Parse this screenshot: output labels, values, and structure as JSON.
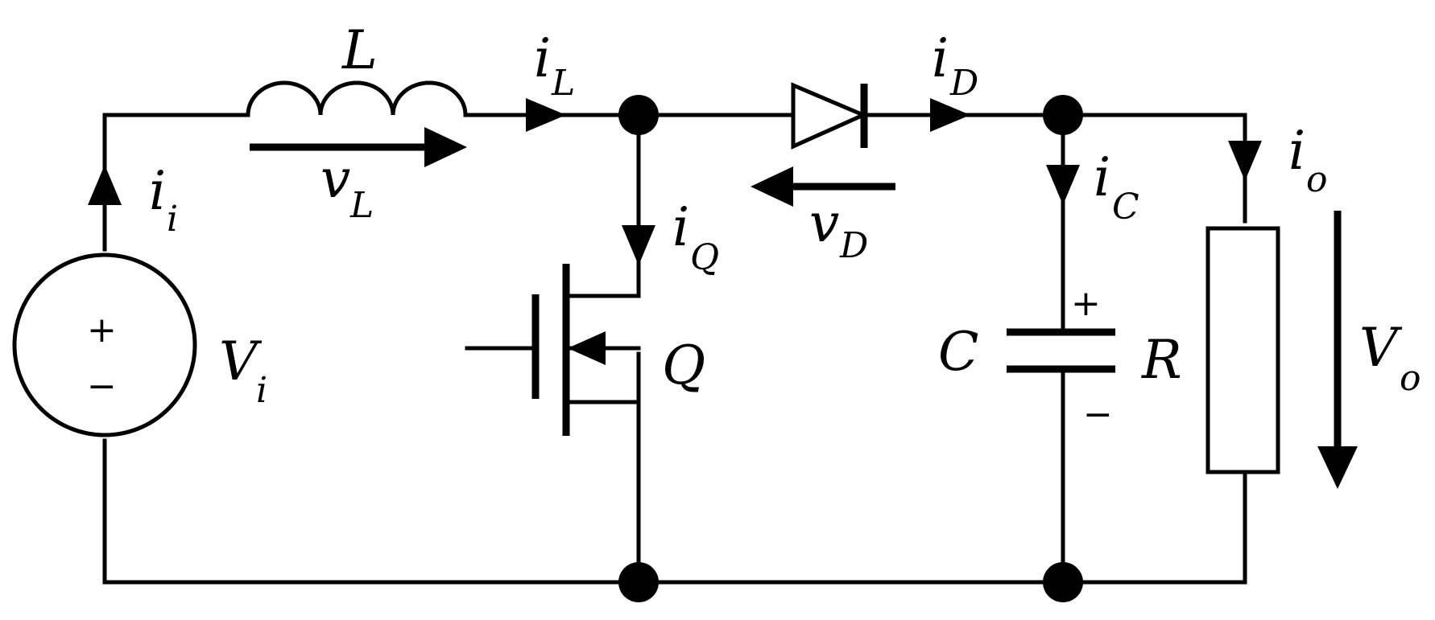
{
  "labels": {
    "inductor": "L",
    "source": "V",
    "source_sub": "i",
    "input_current": "i",
    "input_current_sub": "i",
    "inductor_current": "i",
    "inductor_current_sub": "L",
    "inductor_voltage": "v",
    "inductor_voltage_sub": "L",
    "switch_current": "i",
    "switch_current_sub": "Q",
    "switch": "Q",
    "diode_current": "i",
    "diode_current_sub": "D",
    "diode_voltage": "v",
    "diode_voltage_sub": "D",
    "cap_current": "i",
    "cap_current_sub": "C",
    "capacitor": "C",
    "resistor": "R",
    "out_current": "i",
    "out_current_sub": "o",
    "out_voltage": "V",
    "out_voltage_sub": "o"
  },
  "polarity": {
    "plus": "+",
    "minus": "−"
  }
}
